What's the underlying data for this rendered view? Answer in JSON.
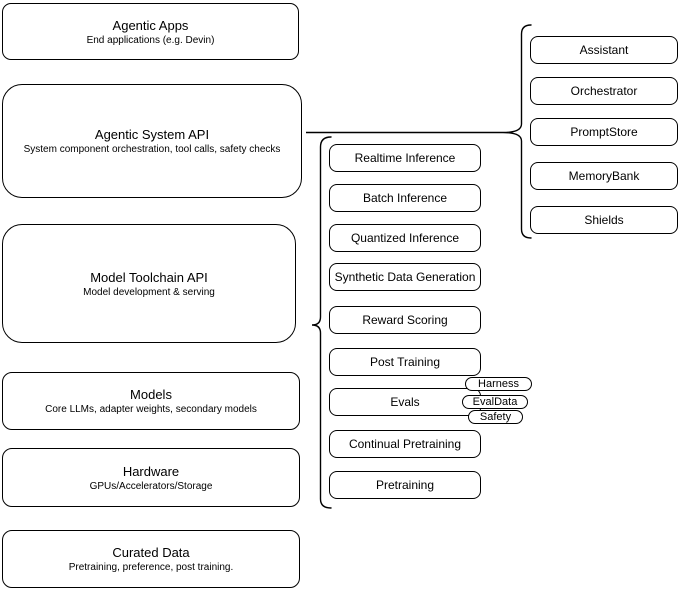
{
  "diagram": {
    "left_stack": [
      {
        "title": "Agentic Apps",
        "subtitle": "End applications (e.g. Devin)"
      },
      {
        "title": "Agentic System API",
        "subtitle": "System component orchestration, tool calls, safety checks"
      },
      {
        "title": "Model Toolchain API",
        "subtitle": "Model development & serving"
      },
      {
        "title": "Models",
        "subtitle": "Core LLMs, adapter weights, secondary models"
      },
      {
        "title": "Hardware",
        "subtitle": "GPUs/Accelerators/Storage"
      },
      {
        "title": "Curated Data",
        "subtitle": "Pretraining, preference, post training."
      }
    ],
    "toolchain_services": [
      "Realtime Inference",
      "Batch Inference",
      "Quantized Inference",
      "Synthetic Data Generation",
      "Reward Scoring",
      "Post Training",
      "Evals",
      "Continual Pretraining",
      "Pretraining"
    ],
    "eval_tags": [
      "Harness",
      "EvalData",
      "Safety"
    ],
    "system_components": [
      "Assistant",
      "Orchestrator",
      "PromptStore",
      "MemoryBank",
      "Shields"
    ],
    "colors": {
      "stroke": "#000000",
      "fill": "#ffffff"
    }
  }
}
